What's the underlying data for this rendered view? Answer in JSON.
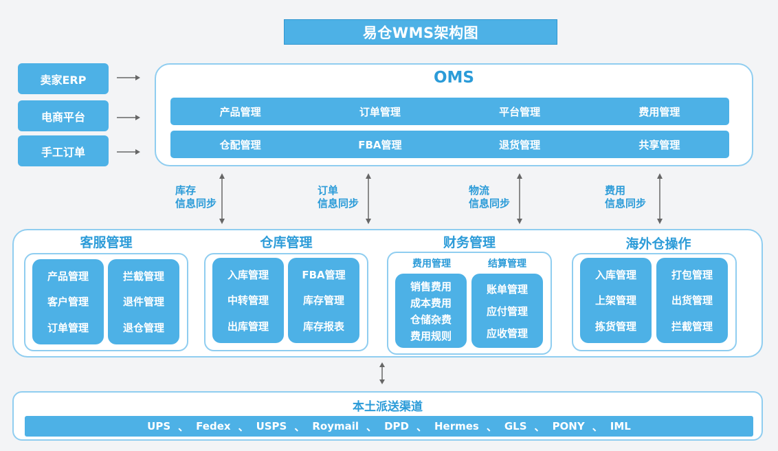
{
  "title": "易仓WMS架构图",
  "sources": [
    "卖家ERP",
    "电商平台",
    "手工订单"
  ],
  "oms": {
    "title": "OMS",
    "row1": [
      "产品管理",
      "订单管理",
      "平台管理",
      "费用管理"
    ],
    "row2": [
      "仓配管理",
      "FBA管理",
      "退货管理",
      "共享管理"
    ]
  },
  "sync": [
    {
      "line1": "库存",
      "line2": "信息同步"
    },
    {
      "line1": "订单",
      "line2": "信息同步"
    },
    {
      "line1": "物流",
      "line2": "信息同步"
    },
    {
      "line1": "费用",
      "line2": "信息同步"
    }
  ],
  "groups": {
    "customer_service": {
      "title": "客服管理",
      "left": [
        "产品管理",
        "客户管理",
        "订单管理"
      ],
      "right": [
        "拦截管理",
        "退件管理",
        "退仓管理"
      ]
    },
    "warehouse": {
      "title": "仓库管理",
      "left": [
        "入库管理",
        "中转管理",
        "出库管理"
      ],
      "right": [
        "FBA管理",
        "库存管理",
        "库存报表"
      ]
    },
    "finance": {
      "title": "财务管理",
      "left_title": "费用管理",
      "right_title": "结算管理",
      "left": [
        "销售费用",
        "成本费用",
        "仓储杂费",
        "费用规则"
      ],
      "right": [
        "账单管理",
        "应付管理",
        "应收管理"
      ]
    },
    "overseas": {
      "title": "海外仓操作",
      "left": [
        "入库管理",
        "上架管理",
        "拣货管理"
      ],
      "right": [
        "打包管理",
        "出货管理",
        "拦截管理"
      ]
    }
  },
  "bottom": {
    "title": "本土派送渠道",
    "carriers": [
      "UPS",
      "Fedex",
      "USPS",
      "Roymail",
      "DPD",
      "Hermes",
      "GLS",
      "PONY",
      "IML"
    ],
    "separator": "、"
  },
  "watermark": "",
  "colors": {
    "accent": "#4db1e6",
    "border": "#8fcdf0",
    "heading": "#2b9bd8",
    "arrow": "#666666"
  }
}
